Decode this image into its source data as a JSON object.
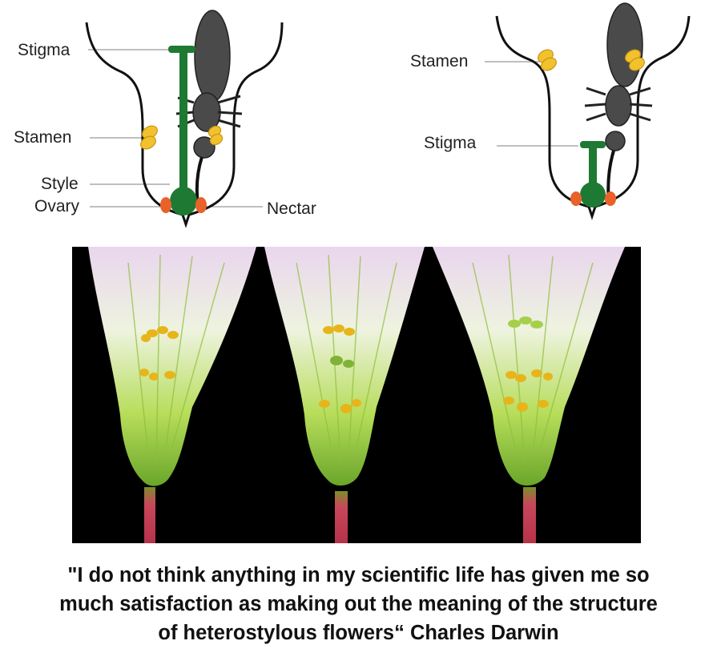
{
  "long_style_diagram": {
    "labels": {
      "stigma": "Stigma",
      "stamen": "Stamen",
      "style": "Style",
      "ovary": "Ovary",
      "nectar": "Nectar"
    }
  },
  "short_style_diagram": {
    "labels": {
      "stamen": "Stamen",
      "stigma": "Stigma"
    }
  },
  "photo": {
    "content": "three-heterostylous-flowers"
  },
  "quote": {
    "line1": "\"I do not think anything in my scientific life has given me so",
    "line2": "much satisfaction as making out the meaning of the structure",
    "line3": "of heterostylous flowers“ Charles Darwin"
  },
  "colors": {
    "pistil": "#1e7a32",
    "pollen": "#f2c12e",
    "nectar": "#e8622a",
    "insect": "#4a4a4a",
    "outline": "#111111",
    "leader": "#999999"
  }
}
